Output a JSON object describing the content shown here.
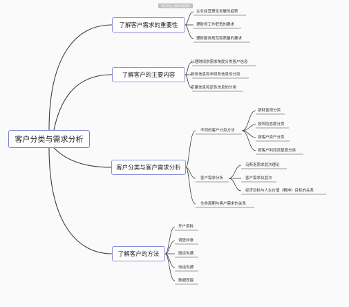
{
  "watermark": "知识文档_思维导图案例",
  "root": "客户分类与需求分析",
  "branches": [
    {
      "label": "了解客户需求的重要性",
      "children": [
        "企业经营理念发展的趋势",
        "理财师工作职责的要求",
        "理财服务规范和质量的要求"
      ]
    },
    {
      "label": "了解客户的主要内容",
      "children": [
        "从理财规划需求角度分类客户信息",
        "财务信息和非财务信息的分类",
        "定量信息和定性信息的分类"
      ]
    },
    {
      "label": "客户分类与客户需求分析",
      "children": [
        {
          "label": "不同的客户分类方法",
          "children": [
            "按财富观分类",
            "按风险态度分类",
            "按客户资产分类",
            "按客户利润贡献度分类"
          ]
        },
        {
          "label": "客户需求分析",
          "children": [
            "马斯洛需求层次理论",
            "客户需求及层次",
            "经济目标与人生价值（精神）目标的关系"
          ]
        },
        {
          "label": "生命周期与客户需求的关系",
          "children": []
        }
      ]
    },
    {
      "label": "了解客户的方法",
      "children": [
        "开户资料",
        "调查问卷",
        "面谈沟通",
        "电话沟通",
        "数据挖掘"
      ]
    }
  ],
  "colors": {
    "line": "#3a3a3a",
    "box_border": "#8a8fd6",
    "background": "#fafafa"
  }
}
